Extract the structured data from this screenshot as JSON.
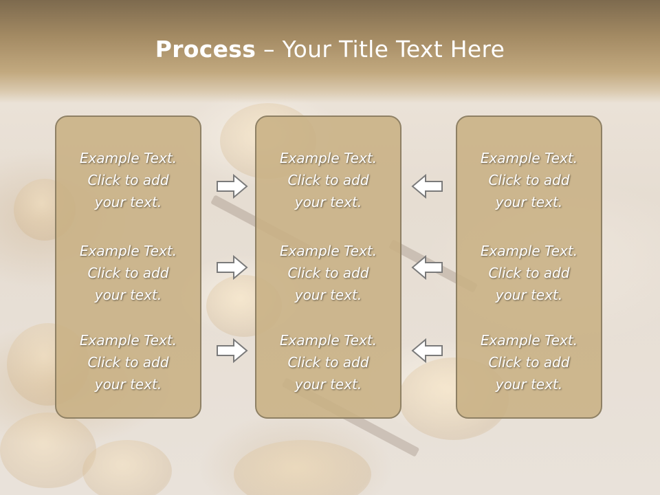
{
  "slide": {
    "title_bold": "Process",
    "title_dash": " – ",
    "title_rest": "Your Title Text Here"
  },
  "columns": [
    {
      "items": [
        "Example Text.\nClick  to add\nyour text.",
        "Example Text.\nClick  to add\nyour text.",
        "Example Text.\nClick  to add\nyour text."
      ]
    },
    {
      "items": [
        "Example Text.\nClick  to add\nyour text.",
        "Example Text.\nClick  to add\nyour text.",
        "Example Text.\nClick  to add\nyour text."
      ]
    },
    {
      "items": [
        "Example Text.\nClick  to add\nyour text.",
        "Example Text.\nClick  to add\nyour text.",
        "Example Text.\nClick  to add\nyour text."
      ]
    }
  ],
  "arrows": {
    "left_group": "arrow-right-icon",
    "right_group": "arrow-left-icon"
  },
  "colors": {
    "panel_fill": "#c8b084",
    "panel_border": "#8e8064",
    "title_band": "#a38a63",
    "arrow_fill": "#ffffff",
    "arrow_stroke": "#7a7a7a"
  }
}
